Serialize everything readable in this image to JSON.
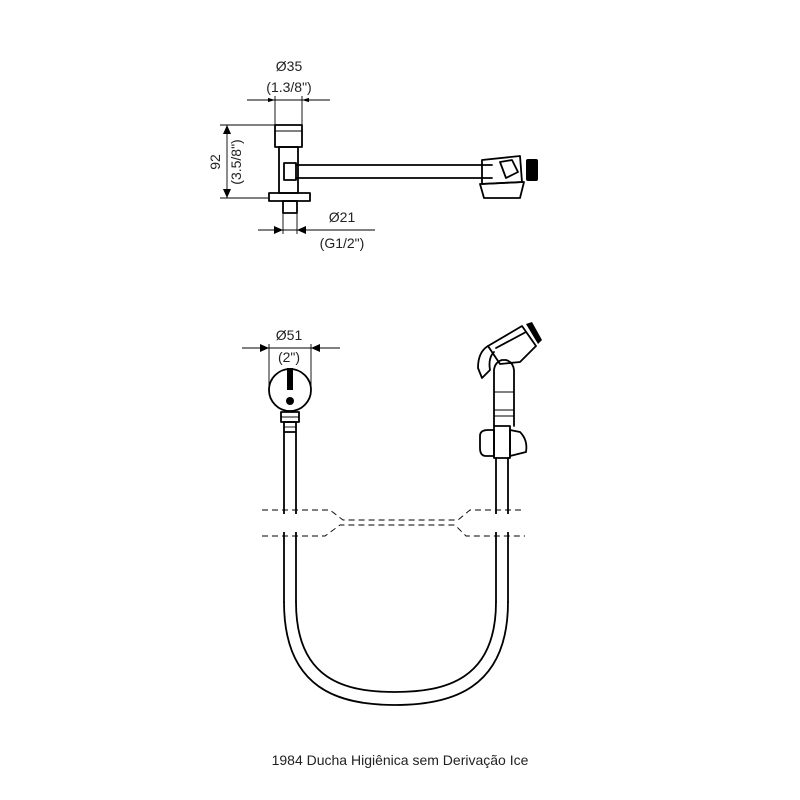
{
  "dimensions": {
    "top_diameter": {
      "metric": "Ø35",
      "imperial": "(1.3/8\")"
    },
    "height": {
      "metric": "92",
      "imperial": "(3.5/8\")"
    },
    "inlet": {
      "metric": "Ø21",
      "imperial": "(G1/2\")"
    },
    "bottom_diameter": {
      "metric": "Ø51",
      "imperial": "(2\")"
    }
  },
  "caption": "1984 Ducha Higiênica sem Derivação Ice"
}
